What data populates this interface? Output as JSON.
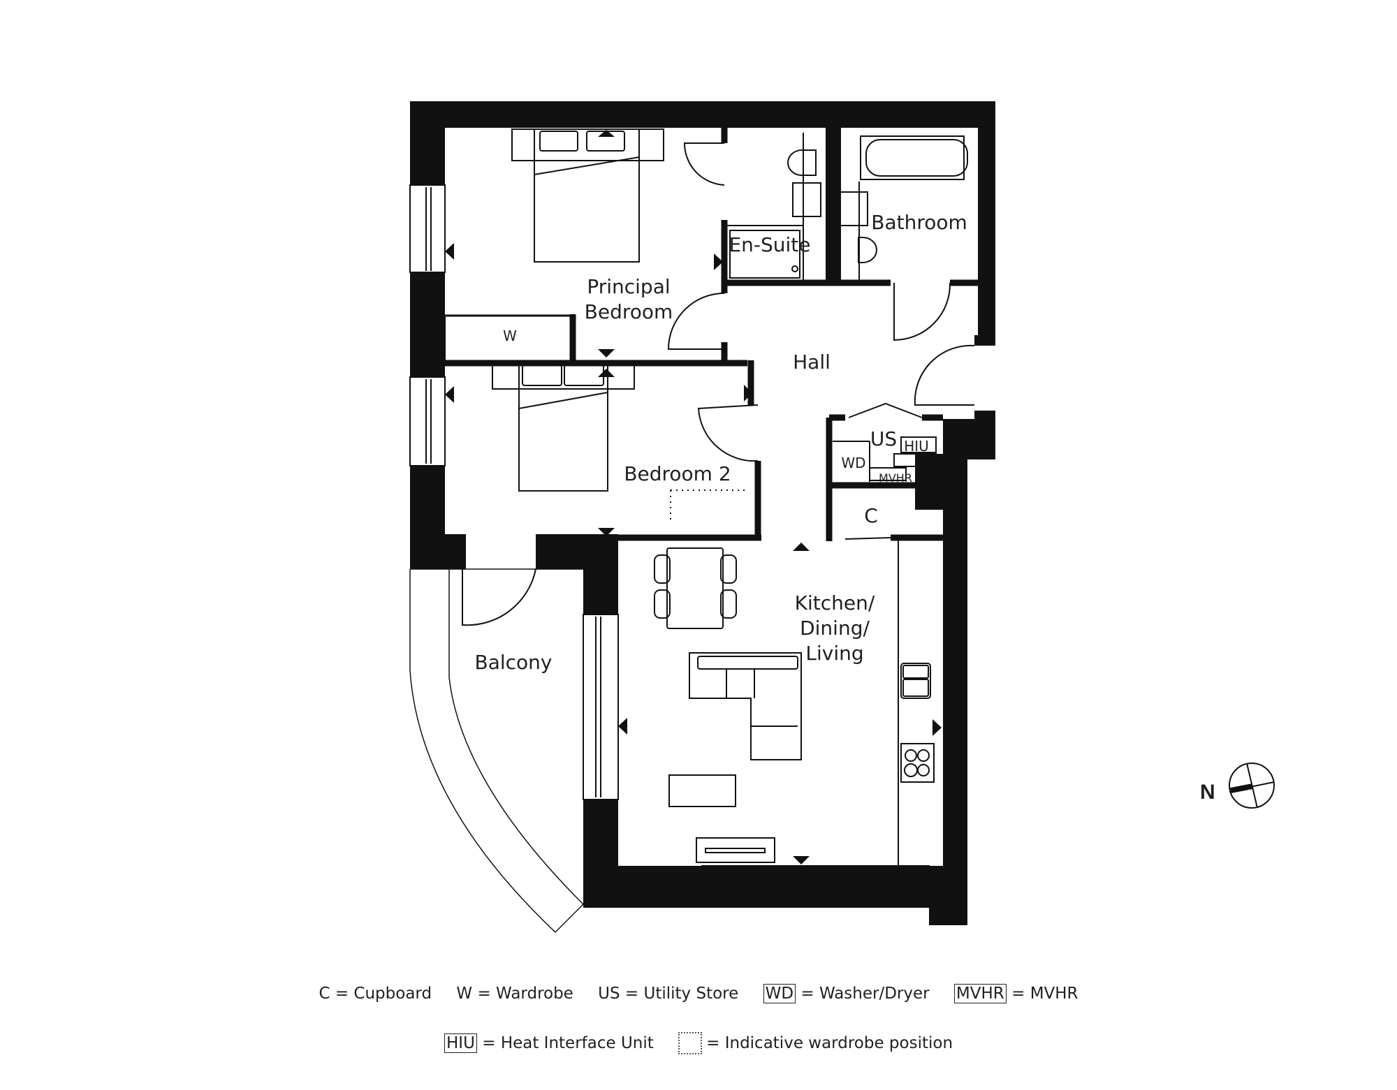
{
  "rooms": {
    "principal_bedroom": [
      "Principal",
      "Bedroom"
    ],
    "en_suite": "En-Suite",
    "bathroom": "Bathroom",
    "hall": "Hall",
    "bedroom_2": "Bedroom 2",
    "kitchen_dining_living": [
      "Kitchen/",
      "Dining/",
      "Living"
    ],
    "balcony": "Balcony",
    "utility_store": "US",
    "cupboard": "C",
    "wardrobe": "W"
  },
  "appliances": {
    "hiu": "HIU",
    "wd": "WD",
    "mvhr": "MVHR"
  },
  "compass": {
    "label": "N"
  },
  "legend": {
    "row1": [
      {
        "key": "C",
        "value": "Cupboard",
        "boxed": false
      },
      {
        "key": "W",
        "value": "Wardrobe",
        "boxed": false
      },
      {
        "key": "US",
        "value": "Utility Store",
        "boxed": false
      },
      {
        "key": "WD",
        "value": "Washer/Dryer",
        "boxed": true
      },
      {
        "key": "MVHR",
        "value": "MVHR",
        "boxed": true
      }
    ],
    "row2": [
      {
        "key": "HIU",
        "value": "Heat Interface Unit",
        "boxed": true
      },
      {
        "key": "",
        "value": "Indicative wardrobe position",
        "dotted": true
      }
    ],
    "separator": "="
  },
  "colors": {
    "wall": "#000000",
    "wall_fill": "#231f20",
    "line": "#231f20",
    "background": "#ffffff"
  }
}
